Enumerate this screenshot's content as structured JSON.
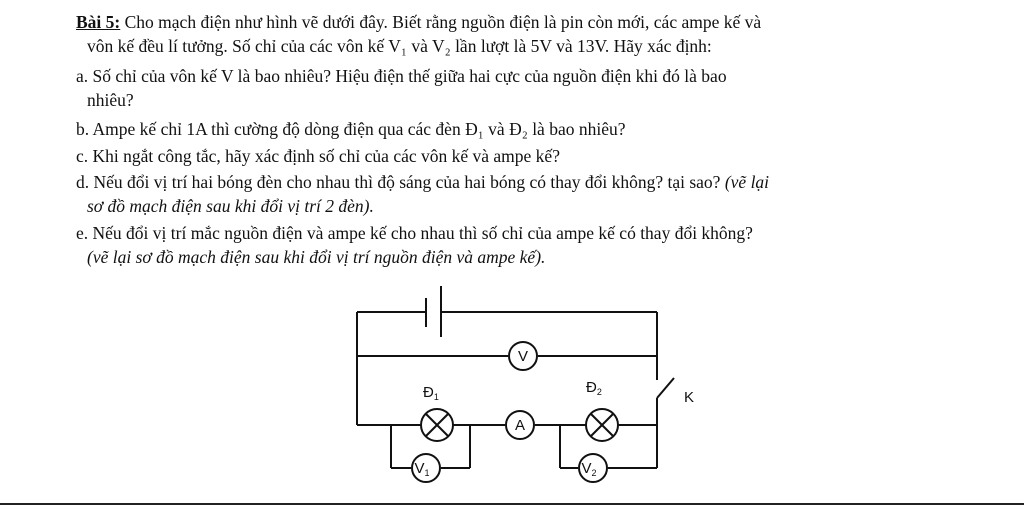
{
  "problem": {
    "label": "Bài 5:",
    "intro_1": " Cho mạch điện như hình vẽ dưới đây. Biết rằng nguồn điện là pin còn mới, các ampe kế và",
    "intro_2": "vôn kế đều lí tưởng. Số chỉ của các vôn kế V₁ và V₂ lần lượt là 5V và 13V. Hãy xác định:",
    "q_a_1": "a. Số chỉ của vôn kế V là bao nhiêu? Hiệu điện thế giữa hai cực của nguồn điện khi đó là bao",
    "q_a_2": "nhiêu?",
    "q_b": "b. Ampe kế chỉ 1A thì cường độ dòng điện qua các đèn Đ₁ và Đ₂ là bao nhiêu?",
    "q_c": "c. Khi ngắt công tắc, hãy xác định số chỉ của các vôn kế và ampe kế?",
    "q_d_1": "d. Nếu đổi vị trí hai bóng đèn cho nhau thì độ sáng của hai bóng có thay đổi không? tại sao? ",
    "q_d_1_italic": "(vẽ lại",
    "q_d_2": "sơ đồ mạch điện sau khi đổi vị trí 2 đèn).",
    "q_e_1": "e. Nếu đổi vị trí mắc nguồn điện và ampe kế cho nhau thì số chỉ của ampe kế có thay đổi không?",
    "q_e_2": "(vẽ lại sơ đồ mạch điện sau khi đổi vị trí nguồn điện và ampe kế)."
  },
  "circuit": {
    "voltmeter_main": "V",
    "ammeter": "A",
    "lamp1": {
      "letter": "Đ",
      "sub": "1"
    },
    "lamp2": {
      "letter": "Đ",
      "sub": "2"
    },
    "voltmeter1": {
      "letter": "V",
      "sub": "1"
    },
    "voltmeter2": {
      "letter": "V",
      "sub": "2"
    },
    "switch_label": "K"
  }
}
